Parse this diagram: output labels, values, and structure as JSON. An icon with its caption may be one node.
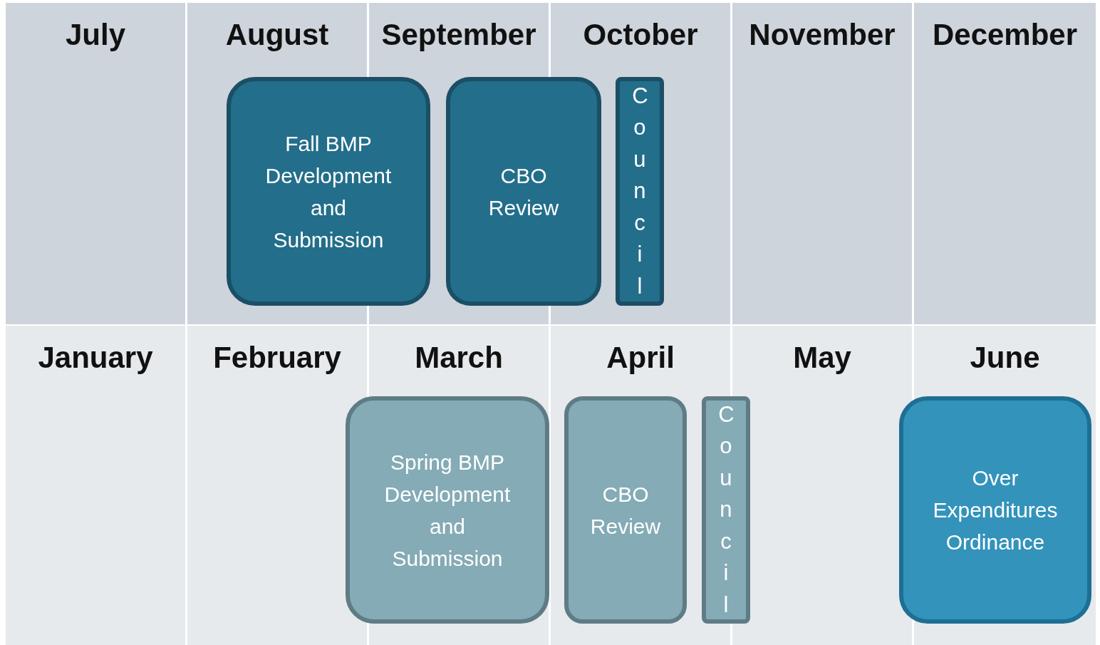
{
  "diagram": {
    "nodes": [
      {
        "text": [
          "July"
        ]
      },
      {
        "text": [
          "August"
        ]
      },
      {
        "text": [
          "September"
        ]
      },
      {
        "text": [
          "October"
        ]
      },
      {
        "text": [
          "November"
        ]
      },
      {
        "text": [
          "December"
        ]
      },
      {
        "text": [
          "January"
        ]
      },
      {
        "text": [
          "February"
        ]
      },
      {
        "text": [
          "March"
        ]
      },
      {
        "text": [
          "April"
        ]
      },
      {
        "text": [
          "May"
        ]
      },
      {
        "text": [
          "June"
        ]
      },
      {
        "text": [
          "Fall BMP Development and Submission"
        ]
      },
      {
        "text": [
          "CBO Review"
        ]
      },
      {
        "text": [
          "Council"
        ]
      },
      {
        "text": [
          "Spring BMP Development and Submission"
        ]
      },
      {
        "text": [
          "CBO Review"
        ]
      },
      {
        "text": [
          "Council"
        ]
      },
      {
        "text": [
          "Over Expenditures Ordinance"
        ]
      }
    ]
  }
}
